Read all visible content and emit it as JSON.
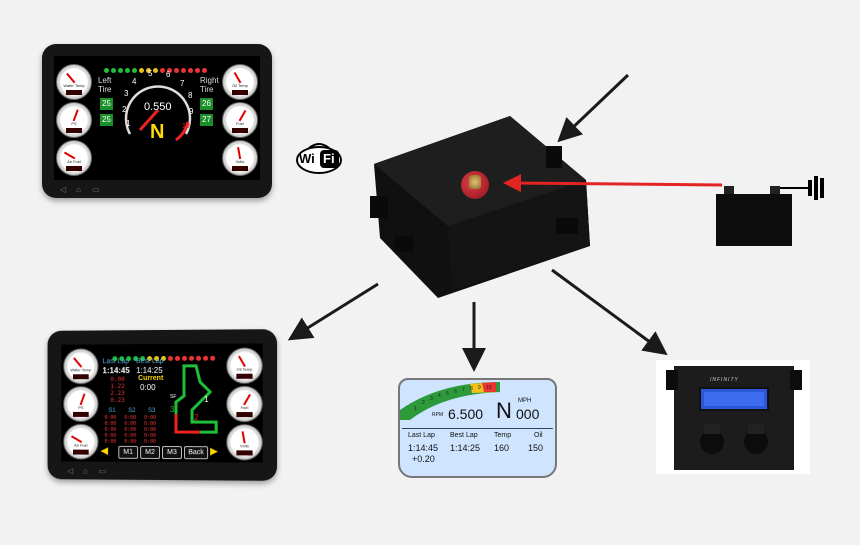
{
  "wifi": {
    "text_left": "Wi",
    "text_right": "Fi"
  },
  "tablet1": {
    "gauges_left": [
      "Water Temp",
      "PS",
      "Air Fuel"
    ],
    "gauges_right": [
      "Oil Temp",
      "Fuel",
      "Volts"
    ],
    "left_tire_label": "Left\nTire",
    "right_tire_label": "Right\nTire",
    "left_tires": [
      "25",
      "25"
    ],
    "right_tires": [
      "26",
      "27"
    ],
    "rpm_value": "0.550",
    "gear": "N",
    "tach_numbers": [
      "1",
      "2",
      "3",
      "4",
      "5",
      "6",
      "7",
      "8",
      "9",
      "10"
    ]
  },
  "tablet2": {
    "gauges_left": [
      "Water Temp",
      "PS",
      "Air Fuel"
    ],
    "gauges_right": [
      "Oil Temp",
      "Fuel",
      "Volts"
    ],
    "last_lap_label": "Last Lap",
    "best_lap_label": "Best Lap",
    "last_lap": "1:14:45",
    "best_lap": "1:14:25",
    "current_label": "Current",
    "current": "0:00",
    "lap_history": [
      "0.00",
      "1.22",
      "2.23",
      "0.23"
    ],
    "sector_labels": [
      "S1",
      "S2",
      "S3"
    ],
    "sector_rows": [
      [
        "0:00",
        "0:00",
        "0:00"
      ],
      [
        "0:00",
        "0:00",
        "0:00"
      ],
      [
        "0:00",
        "0:00",
        "0:00"
      ],
      [
        "0:00",
        "0:00",
        "0:00"
      ],
      [
        "0:00",
        "0:00",
        "0:00"
      ]
    ],
    "track_markers": [
      "1",
      "2",
      "3"
    ],
    "sf_label": "SF",
    "buttons": [
      "M1",
      "M2",
      "M3",
      "Back"
    ]
  },
  "dash": {
    "rpm_label": "RPM",
    "rpm": "6.500",
    "gear": "N",
    "speed_label": "MPH",
    "speed": "000",
    "shift_numbers": [
      "1",
      "2",
      "3",
      "4",
      "5",
      "6",
      "7",
      "8",
      "9",
      "10"
    ],
    "cols": [
      {
        "label": "Last Lap",
        "value": "1:14:45",
        "sub": "+0.20"
      },
      {
        "label": "Best Lap",
        "value": "1:14:25",
        "sub": ""
      },
      {
        "label": "Temp",
        "value": "160",
        "sub": ""
      },
      {
        "label": "Oil",
        "value": "150",
        "sub": ""
      }
    ]
  },
  "ecu": {
    "brand": "INFINITY"
  },
  "colors": {
    "power_arrow": "#e32424",
    "arrow": "#1a1a1a",
    "box": "#141414",
    "stud": "#b81c24",
    "tire_green": "#1b8f2a",
    "dash_bg": "#cfe4ff"
  }
}
